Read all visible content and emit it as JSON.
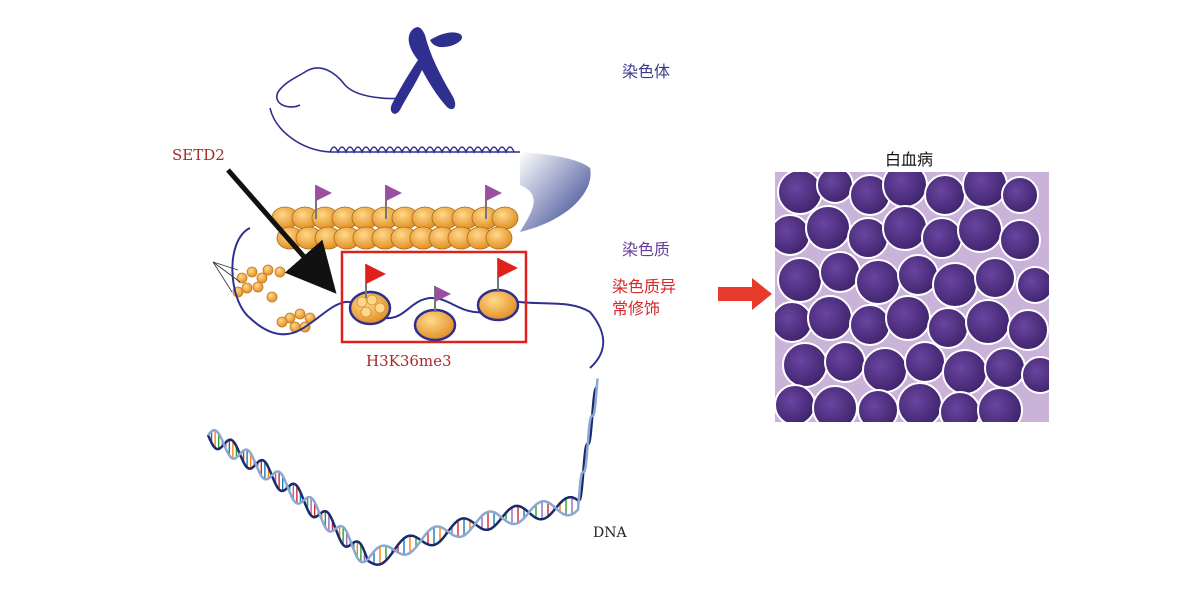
{
  "labels": {
    "chromosome": "染色体",
    "setd2": "SETD2",
    "chromatin": "染色质",
    "abnormal_line1": "染色质异",
    "abnormal_line2": "常修饰",
    "h3k36me3": "H3K36me3",
    "dna": "DNA",
    "leukemia": "白血病"
  },
  "colors": {
    "chromosome": "#2e2f8f",
    "nucleosome": "#f0a640",
    "flag_purple": "#9b4fa3",
    "flag_red": "#e0201a",
    "highlight_box": "#e0201a",
    "arrow_red": "#e63a2a",
    "cell_purple": "#4b2a7a",
    "cell_background": "#c9b3d9"
  }
}
